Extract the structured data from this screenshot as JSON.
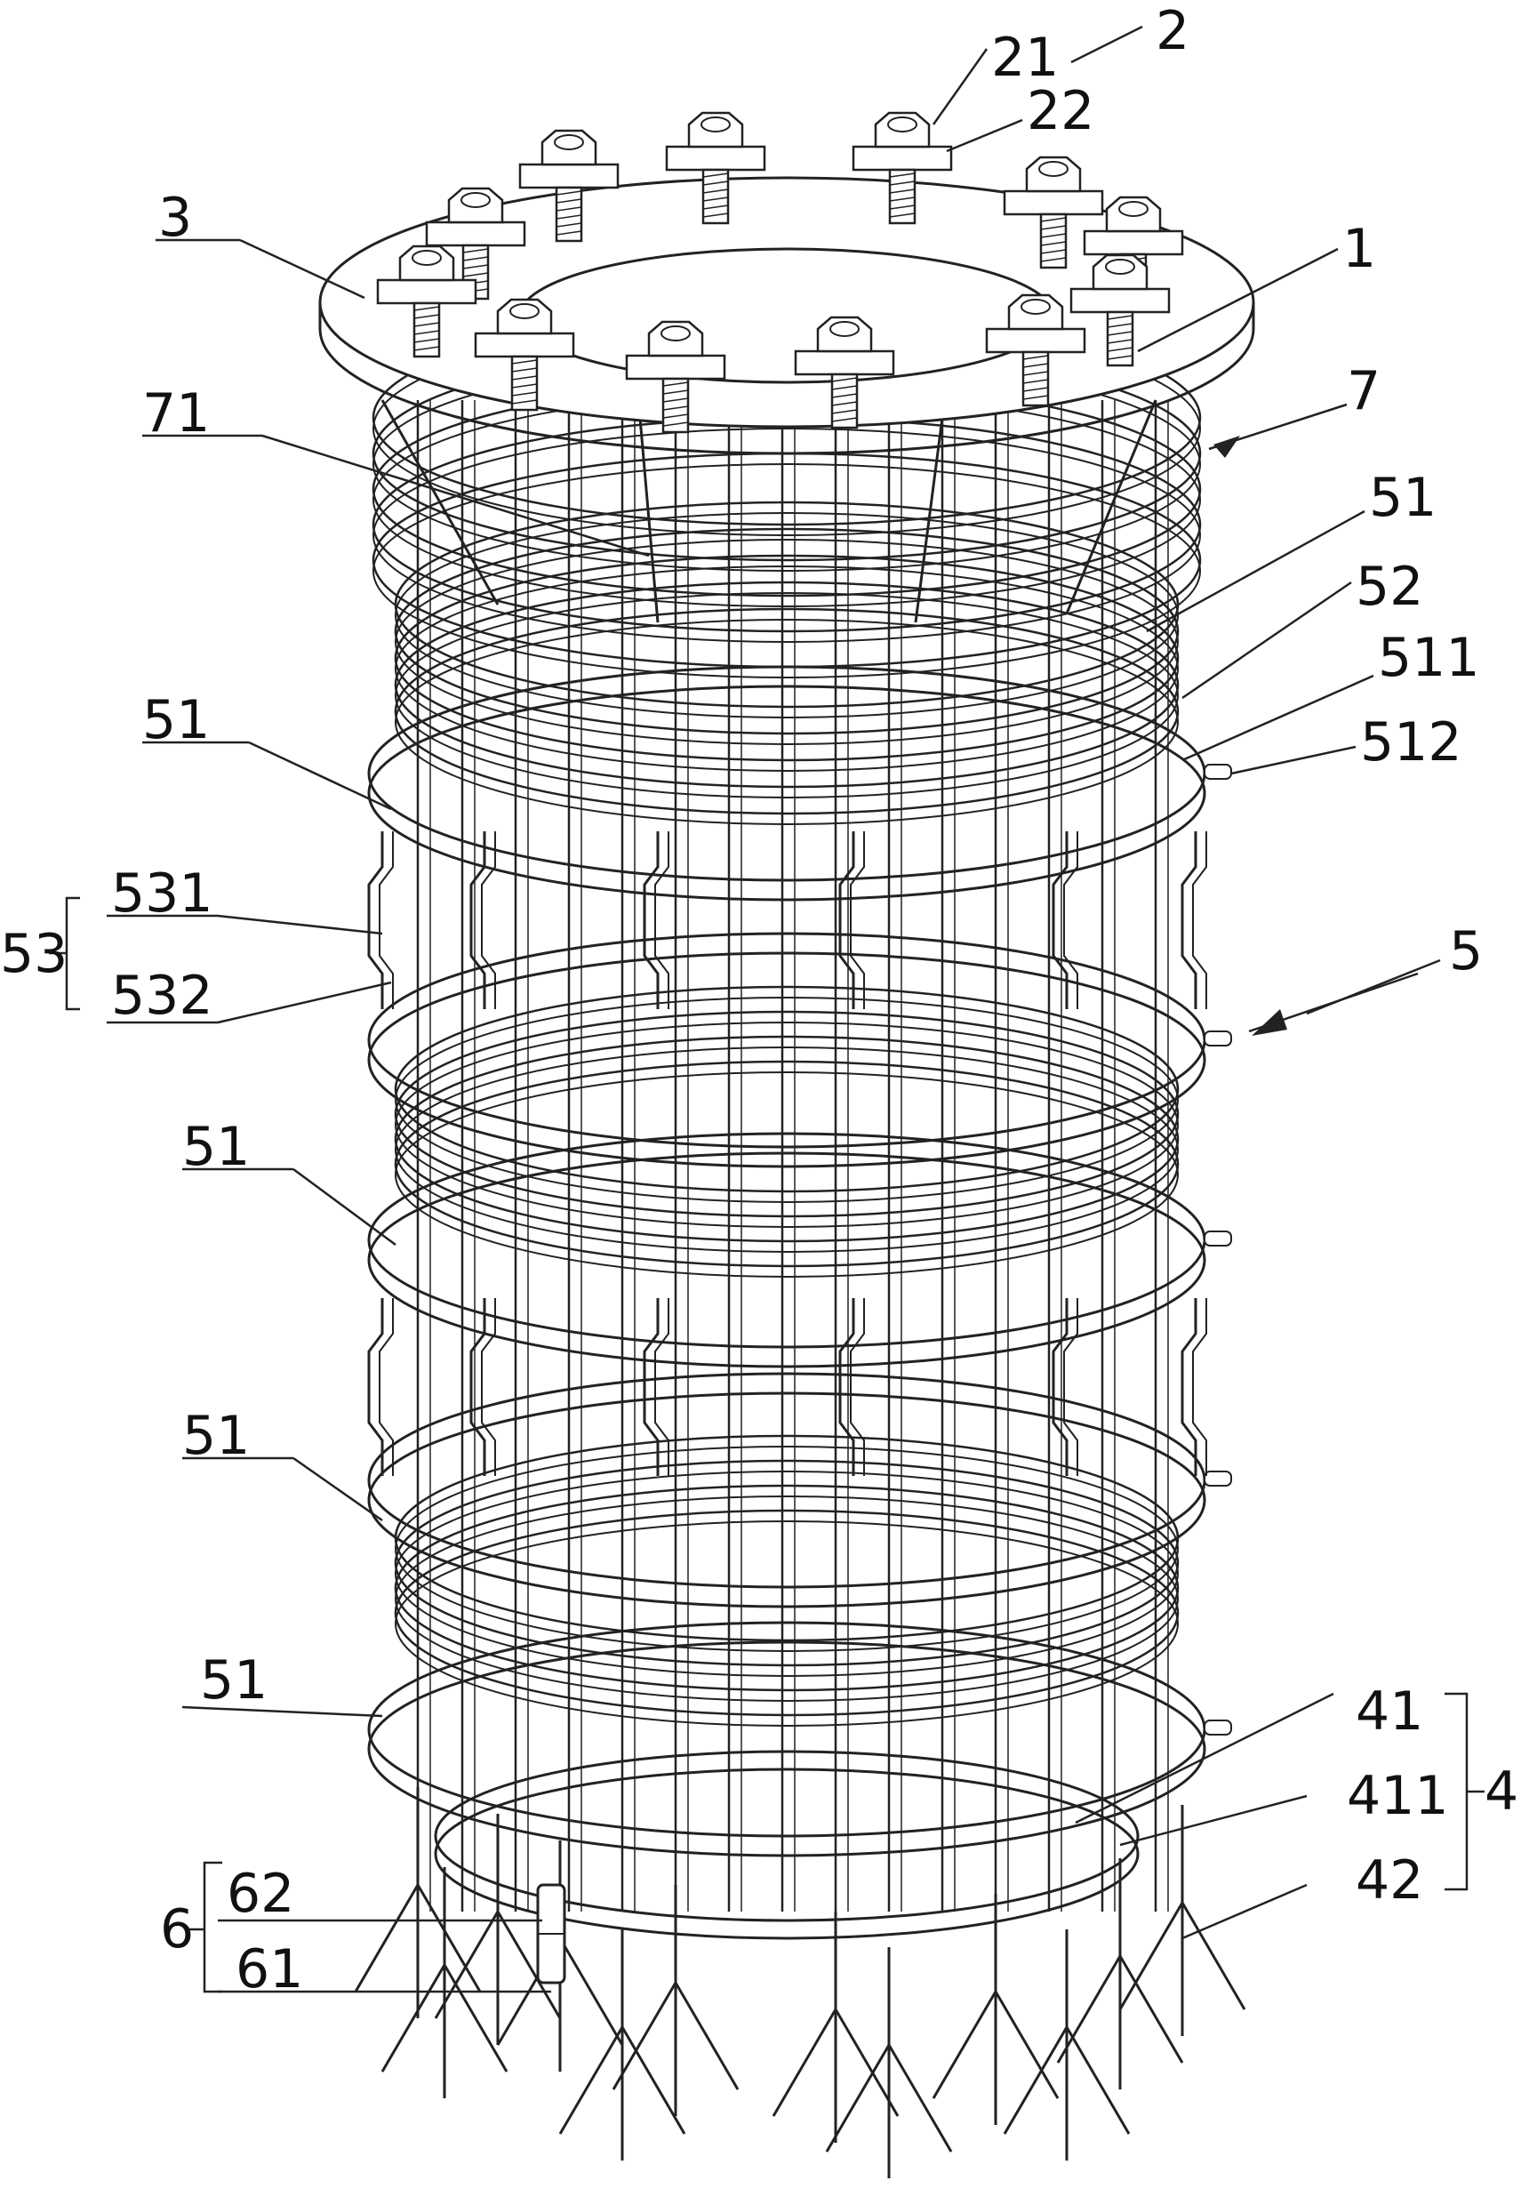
{
  "labels": {
    "l21": "21",
    "l2": "2",
    "l22": "22",
    "l3": "3",
    "l1": "1",
    "l71": "71",
    "l7": "7",
    "l51a": "51",
    "l52": "52",
    "l511": "511",
    "l512": "512",
    "l51b": "51",
    "l531": "531",
    "l53": "53",
    "l532": "532",
    "l5": "5",
    "l51c": "51",
    "l51d": "51",
    "l51e": "51",
    "l41": "41",
    "l411": "411",
    "l4": "4",
    "l62": "62",
    "l6": "6",
    "l61": "61",
    "l42": "42"
  },
  "colors": {
    "line": "#222222",
    "background": "#ffffff"
  }
}
